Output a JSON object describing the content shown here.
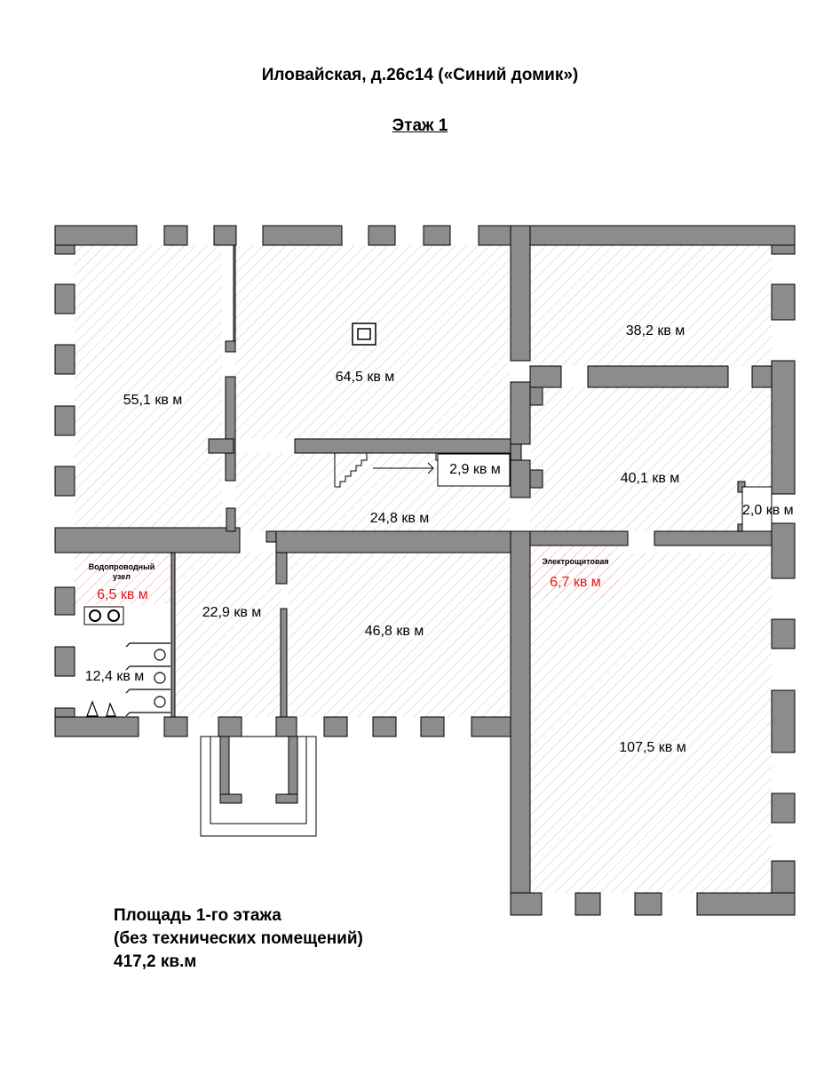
{
  "header": {
    "title": "Иловайская, д.26с14 («Синий домик»)",
    "floor": "Этаж 1"
  },
  "rooms": {
    "r55": "55,1 кв м",
    "r64": "64,5 кв м",
    "r38": "38,2 кв м",
    "r40": "40,1 кв м",
    "r2_9": "2,9 кв м",
    "r24": "24,8 кв м",
    "r2_0": "2,0 кв м",
    "water_name_1": "Водопроводный",
    "water_name_2": "узел",
    "water_area": "6,5 кв м",
    "electro_name": "Электрощитовая",
    "electro_area": "6,7 кв м",
    "r22": "22,9 кв м",
    "r46": "46,8 кв м",
    "r12": "12,4 кв м",
    "r107": "107,5 кв м"
  },
  "summary": {
    "line1": "Площадь 1-го этажа",
    "line2": "(без технических помещений)",
    "line3": "417,2 кв.м"
  },
  "colors": {
    "wall": "#8c8c8c",
    "hatch": "#b9d4b9",
    "tech_hatch": "#f0a0a0",
    "red_text": "#e8141b"
  }
}
